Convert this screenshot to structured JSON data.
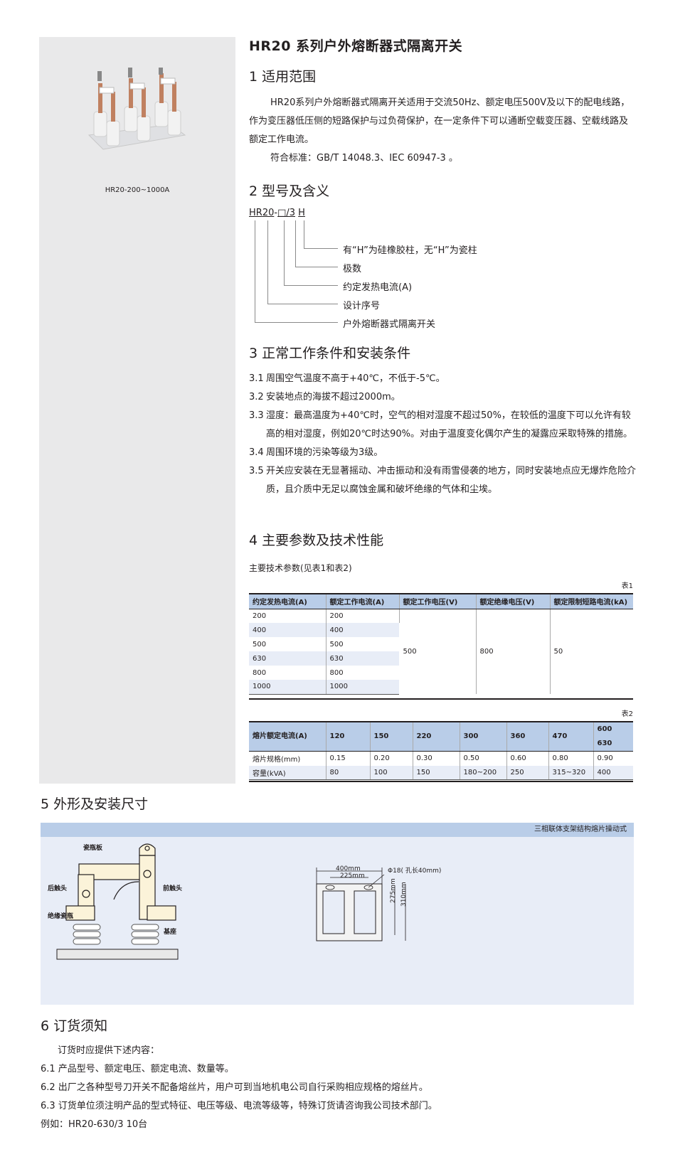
{
  "left_panel": {
    "image_alt": "HR20 three-pole fuse switch disconnector product photo",
    "caption": "HR20-200~1000A"
  },
  "title": "HR20 系列户外熔断器式隔离开关",
  "section1": {
    "heading": "1 适用范围",
    "paragraph": "HR20系列户外熔断器式隔离开关适用于交流50Hz、额定电压500V及以下的配电线路，作为变压器低压侧的短路保护与过负荷保护，在一定条件下可以通断空载变压器、空载线路及额定工作电流。",
    "standard": "符合标准：GB/T 14048.3、IEC 60947-3 。"
  },
  "section2": {
    "heading": "2 型号及含义",
    "model_parts": [
      "HR",
      "20",
      "-",
      "□",
      "/3",
      " ",
      "H"
    ],
    "meanings": [
      "有“H”为硅橡胶柱，无“H”为瓷柱",
      "极数",
      "约定发热电流(A)",
      "设计序号",
      "户外熔断器式隔离开关"
    ]
  },
  "section3": {
    "heading": "3 正常工作条件和安装条件",
    "items": [
      {
        "num": "3.1",
        "text": "周围空气温度不高于+40℃，不低于-5℃。"
      },
      {
        "num": "3.2",
        "text": "安装地点的海拔不超过2000m。"
      },
      {
        "num": "3.3",
        "text": "湿度：最高温度为+40℃时，空气的相对湿度不超过50%，在较低的温度下可以允许有较高的相对湿度，例如20℃时达90%。对由于温度变化偶尔产生的凝露应采取特殊的措施。"
      },
      {
        "num": "3.4",
        "text": "周围环境的污染等级为3级。"
      },
      {
        "num": "3.5",
        "text": "开关应安装在无显著摇动、冲击振动和没有雨雪侵袭的地方，同时安装地点应无爆炸危险介质，且介质中无足以腐蚀金属和破坏绝缘的气体和尘埃。"
      }
    ]
  },
  "section4": {
    "heading": "4 主要参数及技术性能",
    "subheading": "主要技术参数(见表1和表2)",
    "table1": {
      "label": "表1",
      "headers": [
        "约定发热电流(A)",
        "额定工作电流(A)",
        "额定工作电压(V)",
        "额定绝缘电压(V)",
        "额定限制短路电流(kA)"
      ],
      "rows": [
        [
          "200",
          "200"
        ],
        [
          "400",
          "400"
        ],
        [
          "500",
          "500"
        ],
        [
          "630",
          "630"
        ],
        [
          "800",
          "800"
        ],
        [
          "1000",
          "1000"
        ]
      ],
      "merged": {
        "voltage": "500",
        "insulation": "800",
        "short_circuit": "50"
      }
    },
    "table2": {
      "label": "表2",
      "header_label": "熔片额定电流(A)",
      "header_values": [
        "120",
        "150",
        "220",
        "300",
        "360",
        "470",
        "600\n630"
      ],
      "header_last_a": "600",
      "header_last_b": "630",
      "rows": [
        {
          "label": "熔片规格(mm)",
          "values": [
            "0.15",
            "0.20",
            "0.30",
            "0.50",
            "0.60",
            "0.80",
            "0.90"
          ]
        },
        {
          "label": "容量(kVA)",
          "values": [
            "80",
            "100",
            "150",
            "180~200",
            "250",
            "315~320",
            "400"
          ]
        }
      ]
    }
  },
  "section5": {
    "heading": "5 外形及安装尺寸",
    "bar_label": "三相联体支架结构熔片操动式",
    "diagram_labels": {
      "plate": "瓷瓶板",
      "rear_contact": "后触头",
      "front_contact": "前触头",
      "insulator": "绝缘瓷瓶",
      "base": "基座"
    },
    "dimensions": {
      "width_outer": "400mm",
      "width_inner": "225mm",
      "hole": "Φ18( 孔长40mm)",
      "height_inner": "275mm",
      "height_outer": "310mm"
    }
  },
  "section6": {
    "heading": "6 订货须知",
    "intro": "订货时应提供下述内容：",
    "items": [
      "6.1 产品型号、额定电压、额定电流、数量等。",
      "6.2 出厂之各种型号刀开关不配备熔丝片，用户可到当地机电公司自行采购相应规格的熔丝片。",
      "6.3 订货单位须注明产品的型式特征、电压等级、电流等级等，特殊订货请咨询我公司技术部门。"
    ],
    "example": "例如：HR20-630/3 10台"
  }
}
